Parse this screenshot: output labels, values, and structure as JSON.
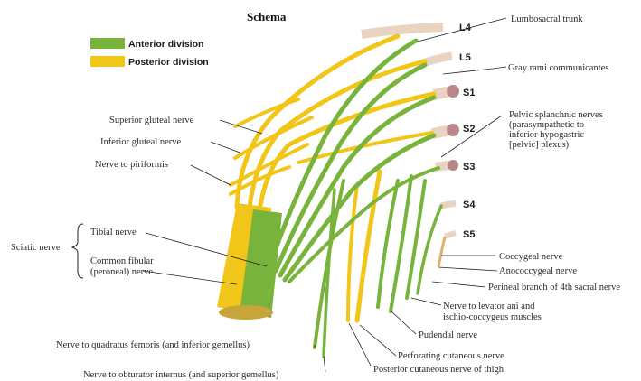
{
  "title": "Schema",
  "legend": [
    {
      "label": "Anterior division",
      "color": "#78b43c"
    },
    {
      "label": "Posterior division",
      "color": "#f2c619"
    }
  ],
  "colors": {
    "anterior": "#78b43c",
    "posterior": "#f2c619",
    "root": "#e8d4c0",
    "ganglion": "#b9878a"
  },
  "roots": [
    "L4",
    "L5",
    "S1",
    "S2",
    "S3",
    "S4",
    "S5"
  ],
  "left_labels": {
    "superior_gluteal": "Superior gluteal nerve",
    "inferior_gluteal": "Inferior gluteal nerve",
    "piriformis": "Nerve to piriformis",
    "sciatic": "Sciatic nerve",
    "tibial": "Tibial nerve",
    "common_fibular_1": "Common fibular",
    "common_fibular_2": "(peroneal) nerve"
  },
  "right_labels": {
    "lumbosacral_trunk": "Lumbosacral trunk",
    "gray_rami": "Gray rami communicantes",
    "pelvic_1": "Pelvic splanchnic nerves",
    "pelvic_2": "(parasympathetic to",
    "pelvic_3": "inferior hypogastric",
    "pelvic_4": "[pelvic] plexus)",
    "coccygeal": "Coccygeal nerve",
    "anococcygeal": "Anococcygeal nerve",
    "perineal_branch": "Perineal branch of 4th sacral nerve",
    "levator_1": "Nerve to levator ani and",
    "levator_2": "ischio-coccygeus muscles",
    "pudendal": "Pudendal nerve"
  },
  "bottom_labels": {
    "quadratus": "Nerve to quadratus femoris (and inferior gemellus)",
    "perforating": "Perforating cutaneous nerve",
    "obturator": "Nerve to obturator internus (and superior gemellus)",
    "posterior_cutaneous": "Posterior cutaneous nerve of thigh"
  }
}
